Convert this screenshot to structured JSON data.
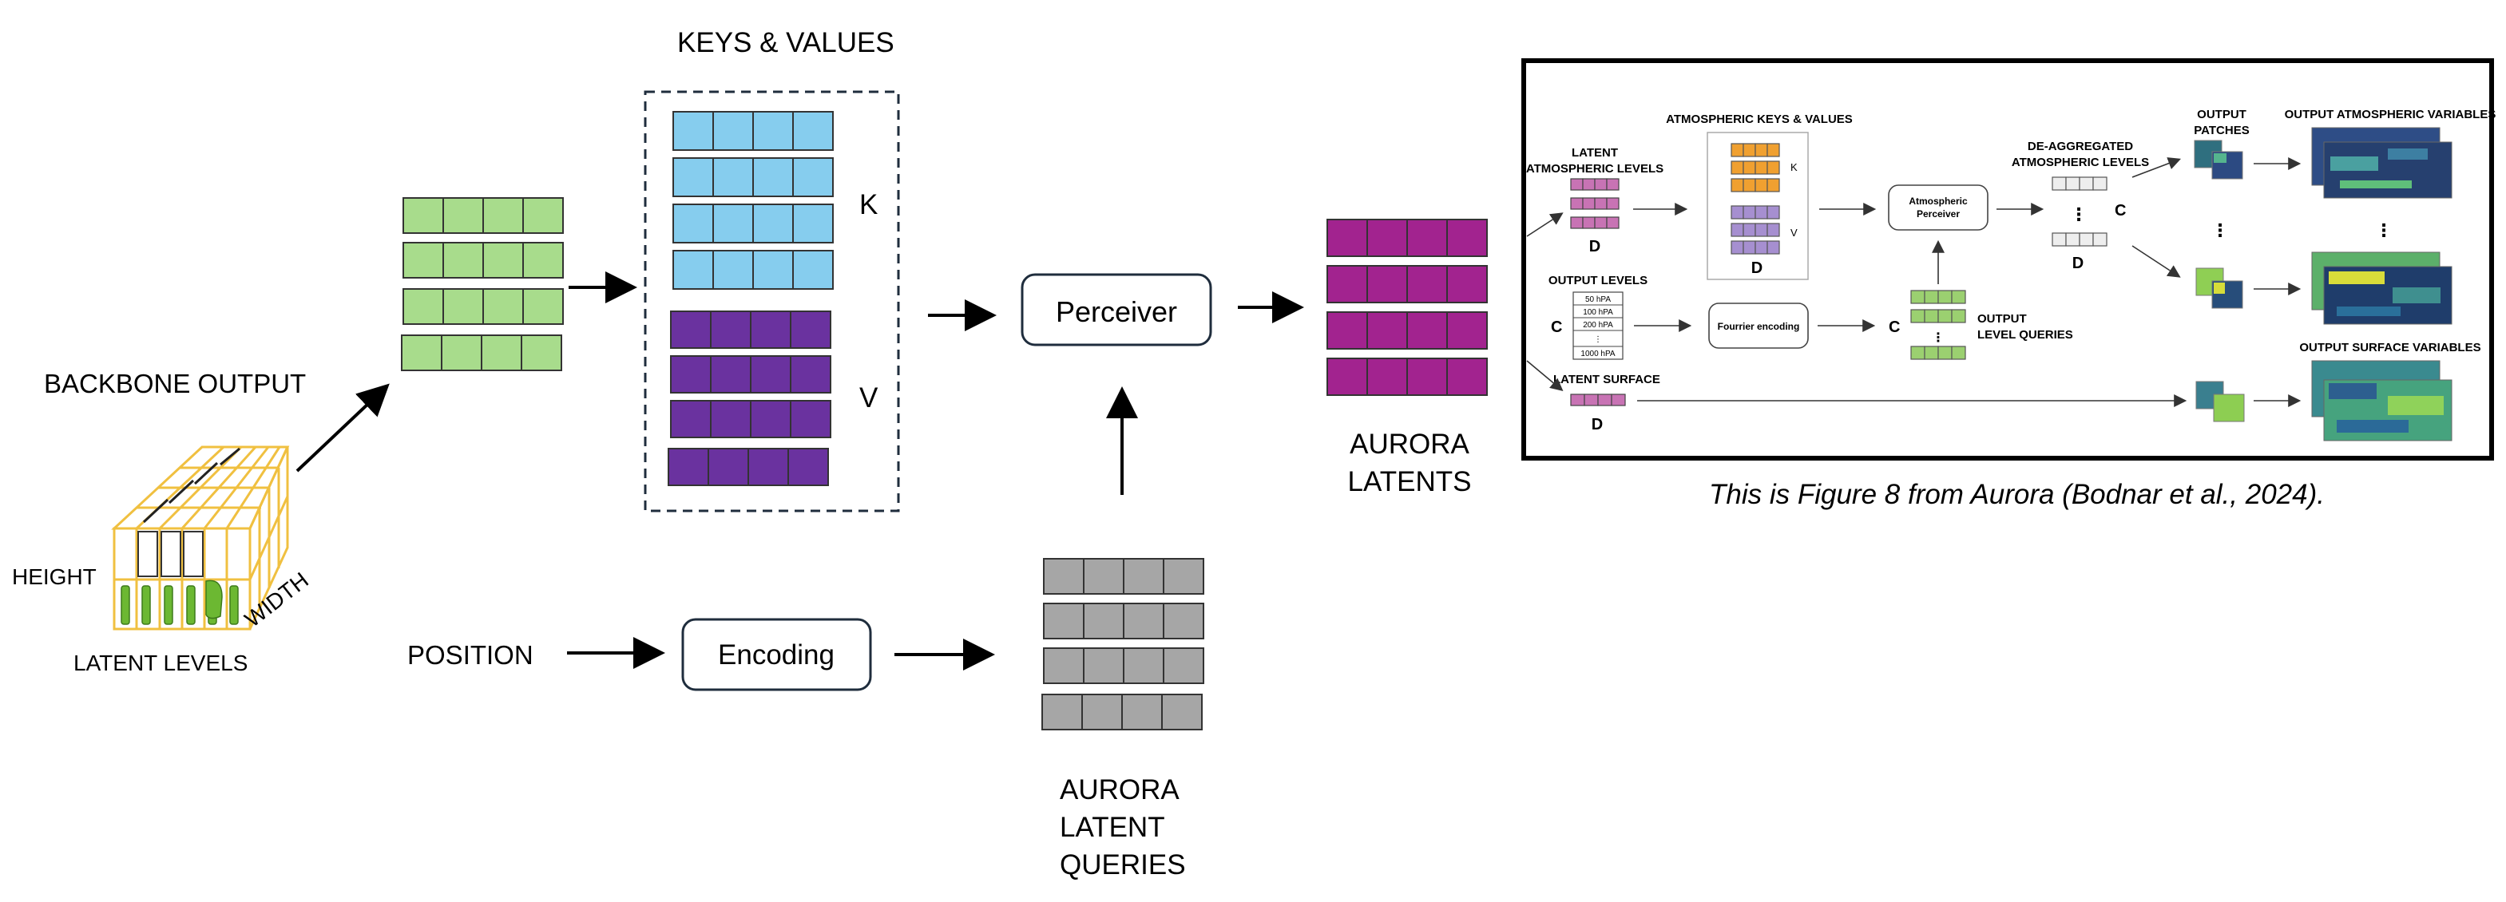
{
  "main": {
    "backbone_output": "BACKBONE OUTPUT",
    "height": "HEIGHT",
    "width": "WIDTH",
    "latent_levels": "LATENT LEVELS",
    "position": "POSITION",
    "encoding": "Encoding",
    "keys_values": "KEYS & VALUES",
    "k": "K",
    "v": "V",
    "perceiver": "Perceiver",
    "aurora_latents": [
      "AURORA",
      "LATENTS"
    ],
    "aurora_latent_queries": [
      "AURORA",
      "LATENT",
      "QUERIES"
    ]
  },
  "inset": {
    "latent_atmospheric_levels": [
      "LATENT",
      "ATMOSPHERIC LEVELS"
    ],
    "d": "D",
    "c": "C",
    "atmospheric_keys_values": "ATMOSPHERIC KEYS & VALUES",
    "k": "K",
    "v": "V",
    "atmospheric_perceiver": [
      "Atmospheric",
      "Perceiver"
    ],
    "de_aggregated": [
      "DE-AGGREGATED",
      "ATMOSPHERIC LEVELS"
    ],
    "output_patches": [
      "OUTPUT",
      "PATCHES"
    ],
    "output_atmospheric_variables": "OUTPUT ATMOSPHERIC VARIABLES",
    "output_levels": "OUTPUT LEVELS",
    "pressure_levels": [
      "50 hPA",
      "100 hPA",
      "200 hPA",
      "⋮",
      "1000 hPA"
    ],
    "fourier_encoding": "Fourrier encoding",
    "output_level_queries": [
      "OUTPUT",
      "LEVEL QUERIES"
    ],
    "latent_surface": "LATENT SURFACE",
    "output_surface_variables": "OUTPUT SURFACE VARIABLES",
    "dots": "⋮"
  },
  "caption": "This is Figure 8 from Aurora (Bodnar et al., 2024).",
  "colors": {
    "green": "#a8dc8c",
    "blue": "#86cdee",
    "purple": "#6a329f",
    "magenta": "#a2238f",
    "grey": "#a6a6a6",
    "orange": "#f0a030",
    "lavender": "#a68fd0",
    "pink": "#c873b4",
    "light_green": "#9bd070",
    "cube_yellow": "#f0c040",
    "dark_navy": "#1f2d3d"
  }
}
